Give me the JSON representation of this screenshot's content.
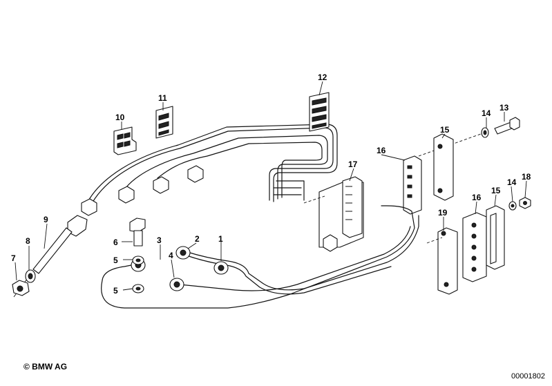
{
  "copyright": "© BMW AG",
  "diagram_id": "00001802",
  "callouts": {
    "c1": "1",
    "c2": "2",
    "c3": "3",
    "c4": "4",
    "c5a": "5",
    "c5b": "5",
    "c6": "6",
    "c7": "7",
    "c8": "8",
    "c9": "9",
    "c10": "10",
    "c11": "11",
    "c12": "12",
    "c13": "13",
    "c14a": "14",
    "c14b": "14",
    "c15a": "15",
    "c15b": "15",
    "c16a": "16",
    "c16b": "16",
    "c17": "17",
    "c18": "18",
    "c19": "19"
  }
}
